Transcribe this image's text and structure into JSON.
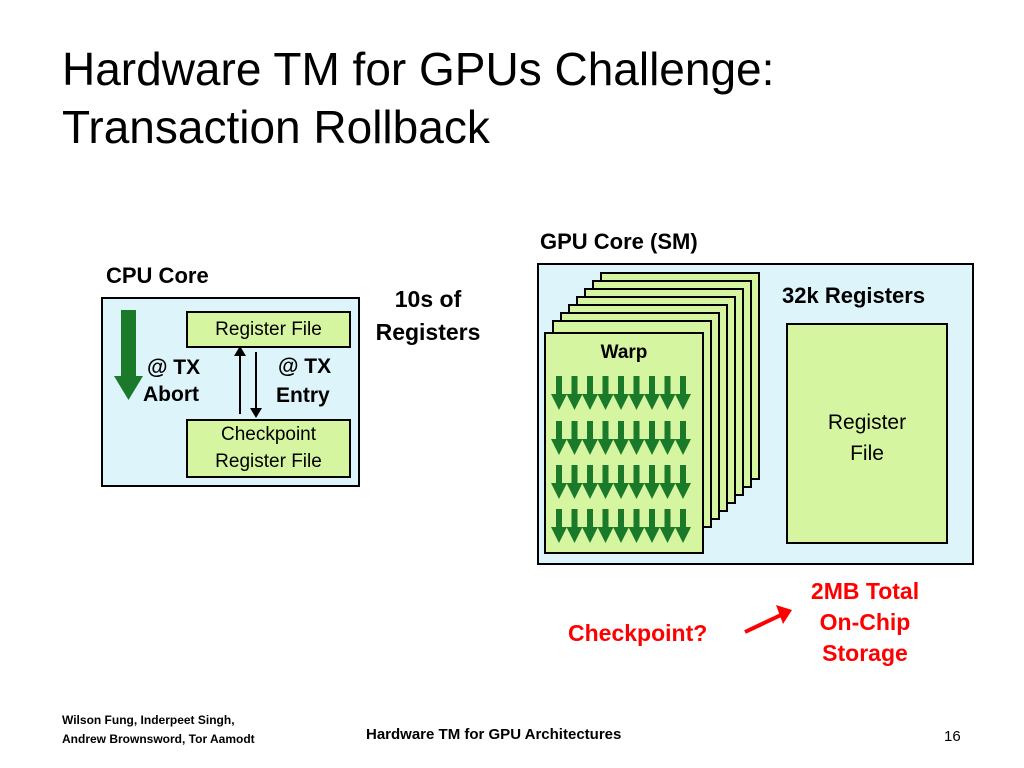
{
  "slide": {
    "title_line1": "Hardware TM for GPUs Challenge:",
    "title_line2": "Transaction Rollback"
  },
  "cpu": {
    "label": "CPU Core",
    "register_file": "Register File",
    "checkpoint_line1": "Checkpoint",
    "checkpoint_line2": "Register File",
    "abort_line1": "@ TX",
    "abort_line2": "Abort",
    "entry_line1": "@ TX",
    "entry_line2": "Entry"
  },
  "cpu_registers": {
    "line1": "10s of",
    "line2": "Registers"
  },
  "gpu": {
    "label": "GPU Core (SM)",
    "registers_label": "32k Registers",
    "warp_label": "Warp",
    "register_file_line1": "Register",
    "register_file_line2": "File"
  },
  "storage": {
    "line1": "2MB Total",
    "line2": "On-Chip",
    "line3": "Storage",
    "checkpoint_question": "Checkpoint?"
  },
  "footer": {
    "authors_line1": "Wilson Fung, Inderpeet Singh,",
    "authors_line2": "Andrew Brownsword, Tor Aamodt",
    "course": "Hardware TM for GPU Architectures",
    "page_number": "16"
  },
  "colors": {
    "box_blue": "#ddf4fb",
    "box_green": "#d6f5a0",
    "arrow_green": "#1a7a2a",
    "accent_red": "#ff0000"
  }
}
